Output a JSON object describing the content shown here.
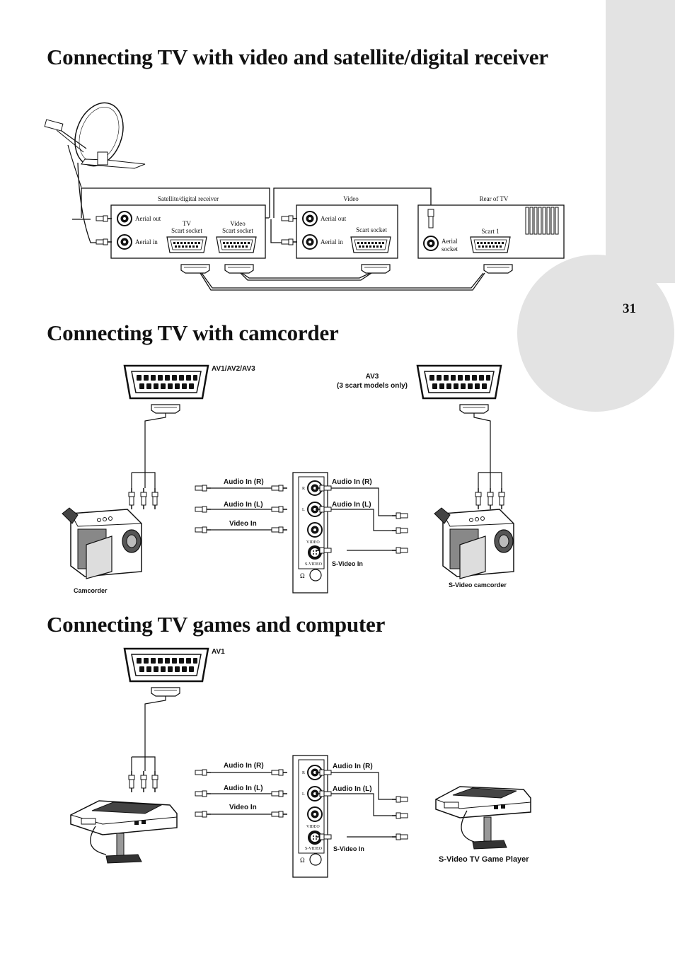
{
  "page": {
    "number": "31"
  },
  "sections": {
    "satellite": {
      "title": "Connecting TV with video and satellite/digital receiver",
      "receiver_label": "Satellite/digital receiver",
      "video_label": "Video",
      "rear_label": "Rear of TV",
      "aerial_out": "Aerial out",
      "aerial_in": "Aerial in",
      "tv_scart_1": "TV",
      "tv_scart_2": "Scart socket",
      "video_scart_1": "Video",
      "video_scart_2": "Scart socket",
      "vcr_aerial_out": "Aerial out",
      "vcr_aerial_in": "Aerial in",
      "vcr_scart": "Scart socket",
      "tv_aerial_1": "Aerial",
      "tv_aerial_2": "socket",
      "tv_scart1": "Scart 1"
    },
    "camcorder": {
      "title": "Connecting TV with camcorder",
      "av_left": "AV1/AV2/AV3",
      "av_right_1": "AV3",
      "av_right_2": "(3 scart models only)",
      "audio_r": "Audio In (R)",
      "audio_l": "Audio In (L)",
      "video_in": "Video In",
      "audio_r2": "Audio In (R)",
      "audio_l2": "Audio In (L)",
      "svideo_in": "S-Video In",
      "camcorder": "Camcorder",
      "svideo_camcorder": "S-Video camcorder",
      "panel_r": "R",
      "panel_l": "L",
      "panel_video": "VIDEO",
      "panel_svideo": "S-VIDEO"
    },
    "games": {
      "title": "Connecting TV games and computer",
      "av": "AV1",
      "audio_r": "Audio In (R)",
      "audio_l": "Audio In (L)",
      "video_in": "Video In",
      "audio_r2": "Audio In (R)",
      "audio_l2": "Audio In (L)",
      "svideo_in": "S-Video In",
      "player": "S-Video TV Game Player",
      "panel_r": "R",
      "panel_l": "L",
      "panel_video": "VIDEO",
      "panel_svideo": "S-VIDEO"
    }
  }
}
